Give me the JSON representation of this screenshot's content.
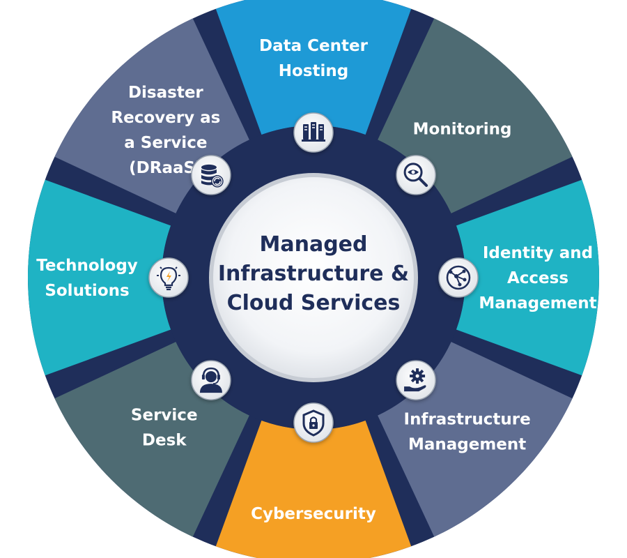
{
  "center": {
    "lines": [
      "Managed",
      "Infrastructure &",
      "Cloud Services"
    ]
  },
  "segments": [
    {
      "id": "data-center-hosting",
      "lines": [
        "Data Center",
        "Hosting"
      ],
      "color": "#1e9ad6",
      "icon": "server-rack-icon"
    },
    {
      "id": "monitoring",
      "lines": [
        "Monitoring"
      ],
      "color": "#4e6b73",
      "icon": "magnifier-eye-icon"
    },
    {
      "id": "identity-and-access-management",
      "lines": [
        "Identity and",
        "Access",
        "Management"
      ],
      "color": "#1fb3c4",
      "icon": "network-nodes-icon"
    },
    {
      "id": "infrastructure-management",
      "lines": [
        "Infrastructure",
        "Management"
      ],
      "color": "#5f6d91",
      "icon": "gear-hand-icon"
    },
    {
      "id": "cybersecurity",
      "lines": [
        "Cybersecurity"
      ],
      "color": "#f5a024",
      "icon": "shield-lock-icon"
    },
    {
      "id": "service-desk",
      "lines": [
        "Service",
        "Desk"
      ],
      "color": "#4e6b73",
      "icon": "headset-agent-icon"
    },
    {
      "id": "technology-solutions",
      "lines": [
        "Technology",
        "Solutions"
      ],
      "color": "#1fb3c4",
      "icon": "lightbulb-icon"
    },
    {
      "id": "disaster-recovery",
      "lines": [
        "Disaster",
        "Recovery as",
        "a Service",
        "(DRaaS)"
      ],
      "color": "#5f6d91",
      "icon": "database-sync-icon"
    }
  ],
  "colors": {
    "ring": "#1f2e5a",
    "center_text": "#1f2e5a",
    "badge_fill": "#ffffff",
    "badge_icon": "#1f2e5a"
  }
}
